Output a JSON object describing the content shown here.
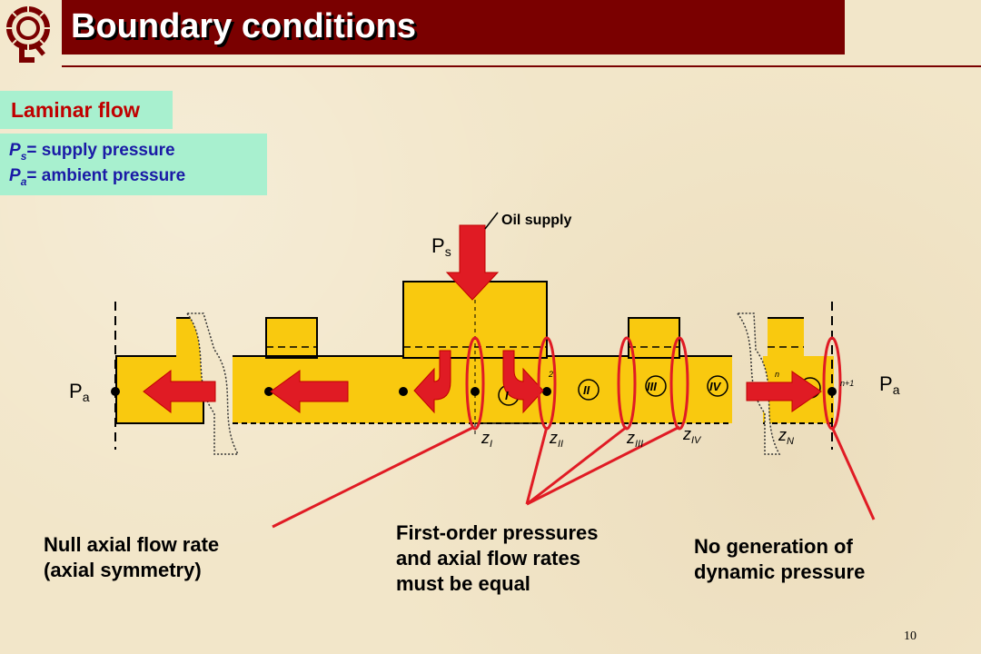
{
  "title": "Boundary conditions",
  "laminar_label": "Laminar flow",
  "definitions": [
    {
      "symbol": "P",
      "sub": "s",
      "text": "= supply pressure"
    },
    {
      "symbol": "P",
      "sub": "a",
      "text": "= ambient pressure"
    }
  ],
  "diagram": {
    "oil_supply": "Oil supply",
    "ps_label": "P",
    "ps_sub": "s",
    "pa_label": "P",
    "pa_sub": "a",
    "zone_labels": [
      "I",
      "II",
      "III",
      "IV"
    ],
    "z_labels": [
      {
        "z": "z",
        "sub": "I"
      },
      {
        "z": "z",
        "sub": "II"
      },
      {
        "z": "z",
        "sub": "III"
      },
      {
        "z": "z",
        "sub": "IV"
      },
      {
        "z": "z",
        "sub": "N"
      }
    ],
    "small_n": "n",
    "small_n1": "n+1",
    "small_2": "2"
  },
  "notes": {
    "null_flow_1": "Null axial flow rate",
    "null_flow_2": "(axial symmetry)",
    "first_order_1": "First-order pressures",
    "first_order_2": "and axial flow rates",
    "first_order_3": "must be equal",
    "no_gen_1": "No generation of",
    "no_gen_2": "dynamic pressure"
  },
  "page_number": "10",
  "colors": {
    "title_bg": "#7a0000",
    "accent_red": "#e01b24",
    "bearing_yellow": "#f9c90f",
    "note_box": "#a8f0cf"
  }
}
